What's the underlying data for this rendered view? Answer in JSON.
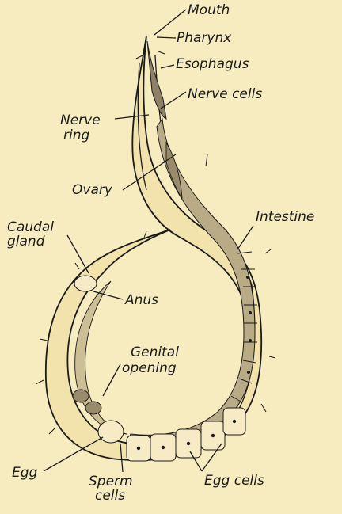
{
  "labels": {
    "mouth": "Mouth",
    "pharynx": "Pharynx",
    "esophagus": "Esophagus",
    "nerve_cells": "Nerve cells",
    "nerve_ring_1": "Nerve",
    "nerve_ring_2": "ring",
    "ovary": "Ovary",
    "intestine": "Intestine",
    "caudal_gland_1": "Caudal",
    "caudal_gland_2": "gland",
    "anus": "Anus",
    "genital_opening_1": "Genital",
    "genital_opening_2": "opening",
    "egg": "Egg",
    "sperm_cells_1": "Sperm",
    "sperm_cells_2": "cells",
    "egg_cells": "Egg cells"
  },
  "colors": {
    "background": "#f7ecbf",
    "ink": "#1a1a1a",
    "body_fill": "#f2e2ac",
    "gut_fill": "#b9ab86"
  }
}
